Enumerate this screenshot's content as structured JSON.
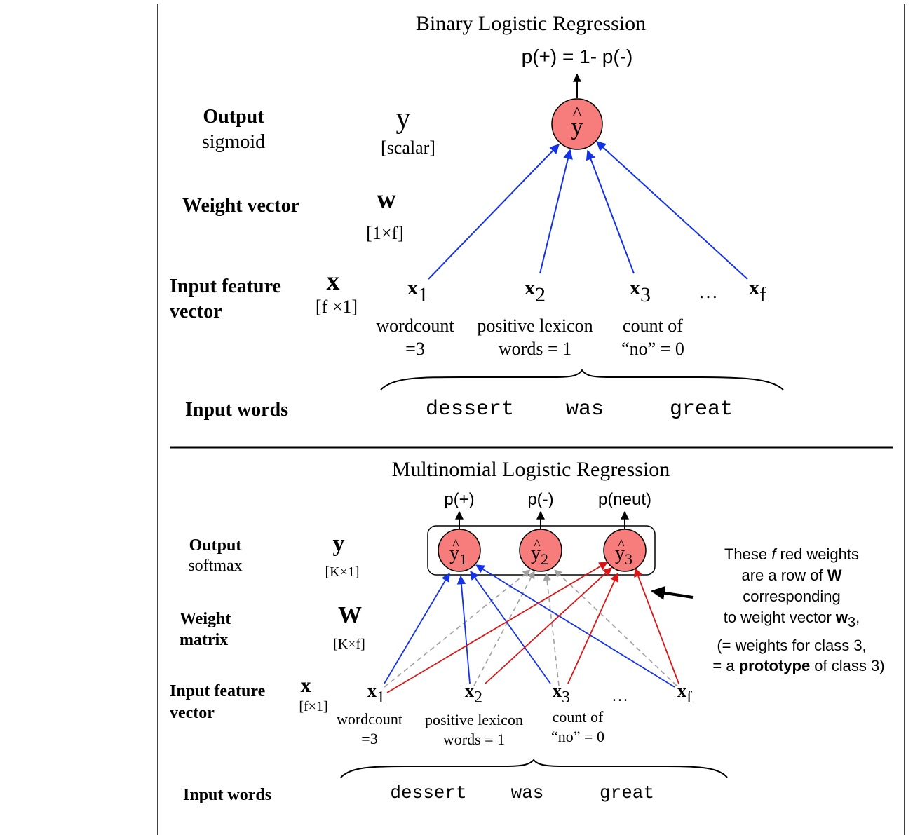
{
  "colors": {
    "node_fill": "#f77d7d",
    "blue_edge": "#1432e6",
    "red_edge": "#dc1414",
    "gray_edge": "#a0a0a0",
    "black": "#000000"
  },
  "binary": {
    "title": "Binary Logistic Regression",
    "output_prob": "p(+) = 1- p(-)",
    "yhat": "y",
    "hat": "^",
    "rows": {
      "output_label": "Output",
      "output_sub": "sigmoid",
      "weight_label": "Weight vector",
      "input_label_1": "Input feature",
      "input_label_2": "vector",
      "words_label": "Input words"
    },
    "dims": {
      "y_symbol": "y",
      "y_dim": "[scalar]",
      "w_symbol": "w",
      "w_dim": "[1×f]",
      "x_symbol": "x",
      "x_dim": "[f ×1]"
    },
    "features": [
      {
        "name": "x",
        "sub": "1",
        "desc1": "wordcount",
        "desc2": "=3"
      },
      {
        "name": "x",
        "sub": "2",
        "desc1": "positive lexicon",
        "desc2": "words = 1"
      },
      {
        "name": "x",
        "sub": "3",
        "desc1": "count of",
        "desc2": "“no” = 0"
      },
      {
        "name": "x",
        "sub": "f",
        "desc1": "",
        "desc2": ""
      }
    ],
    "ellipsis": "…",
    "words": [
      "dessert",
      "was",
      "great"
    ]
  },
  "multinomial": {
    "title": "Multinomial Logistic Regression",
    "output_probs": [
      "p(+)",
      "p(-)",
      "p(neut)"
    ],
    "yhats": [
      {
        "name": "y",
        "sub": "1"
      },
      {
        "name": "y",
        "sub": "2"
      },
      {
        "name": "y",
        "sub": "3"
      }
    ],
    "hat": "^",
    "rows": {
      "output_label": "Output",
      "output_sub": "softmax",
      "weight_label_1": "Weight",
      "weight_label_2": "matrix",
      "input_label_1": "Input feature",
      "input_label_2": "vector",
      "words_label": "Input words"
    },
    "dims": {
      "y_symbol": "y",
      "y_dim": "[K×1]",
      "w_symbol": "W",
      "w_dim": "[K×f]",
      "x_symbol": "x",
      "x_dim": "[f×1]"
    },
    "features": [
      {
        "name": "x",
        "sub": "1",
        "desc1": "wordcount",
        "desc2": "=3"
      },
      {
        "name": "x",
        "sub": "2",
        "desc1": "positive lexicon",
        "desc2": "words = 1"
      },
      {
        "name": "x",
        "sub": "3",
        "desc1": "count of",
        "desc2": "“no” = 0"
      },
      {
        "name": "x",
        "sub": "f",
        "desc1": "",
        "desc2": ""
      }
    ],
    "ellipsis": "…",
    "words": [
      "dessert",
      "was",
      "great"
    ],
    "annotation": {
      "line1_pre": "These ",
      "line1_italic": "f",
      "line1_post": " red weights",
      "line2_pre": "are a row of ",
      "line2_bold": "W",
      "line3": "corresponding",
      "line4_pre": "to weight vector ",
      "line4_bold": "w",
      "line4_sub": "3",
      "line4_post": ",",
      "line5": "(= weights for class 3,",
      "line6_pre": "= a ",
      "line6_bold": "prototype",
      "line6_post": " of class 3)"
    }
  }
}
